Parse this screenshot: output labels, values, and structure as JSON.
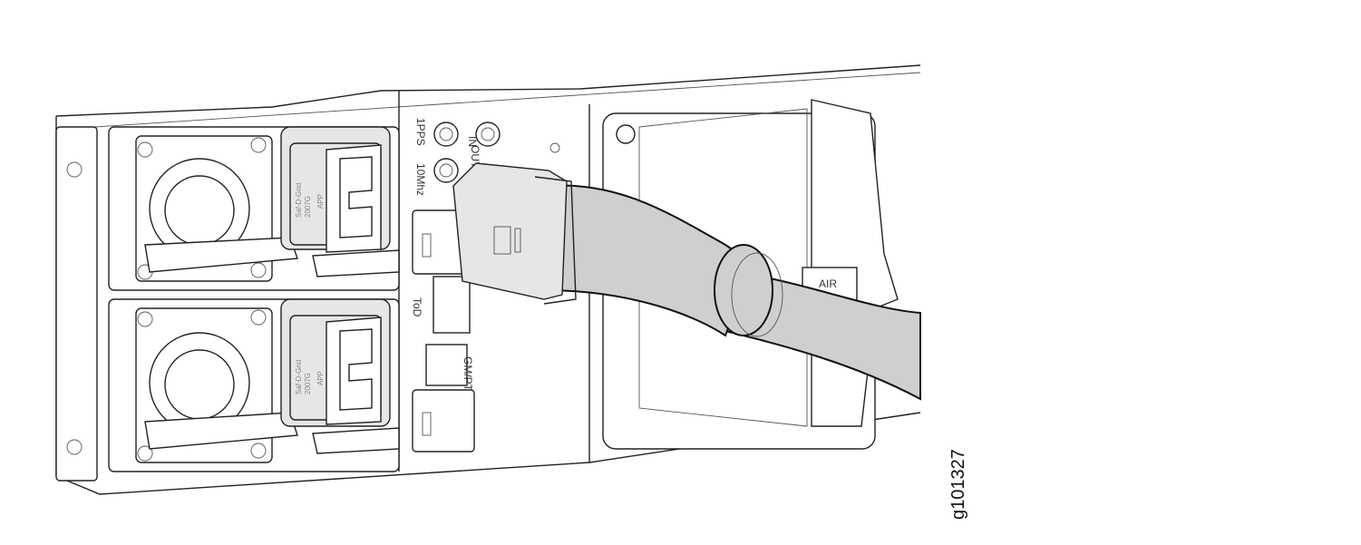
{
  "labels": {
    "pps": "1PPS",
    "mhz": "10Mhz",
    "in": "IN",
    "out": "OUT",
    "tod": "ToD",
    "gm": "GM/PT",
    "air": "AIR",
    "psu_brand": "Saf-D-Grid",
    "psu_model": "2007G",
    "psu_app": "APP"
  },
  "figure_id": "g101327",
  "colors": {
    "cable": "#cfcfcf",
    "connector": "#e6e6e6",
    "line": "#222222"
  }
}
